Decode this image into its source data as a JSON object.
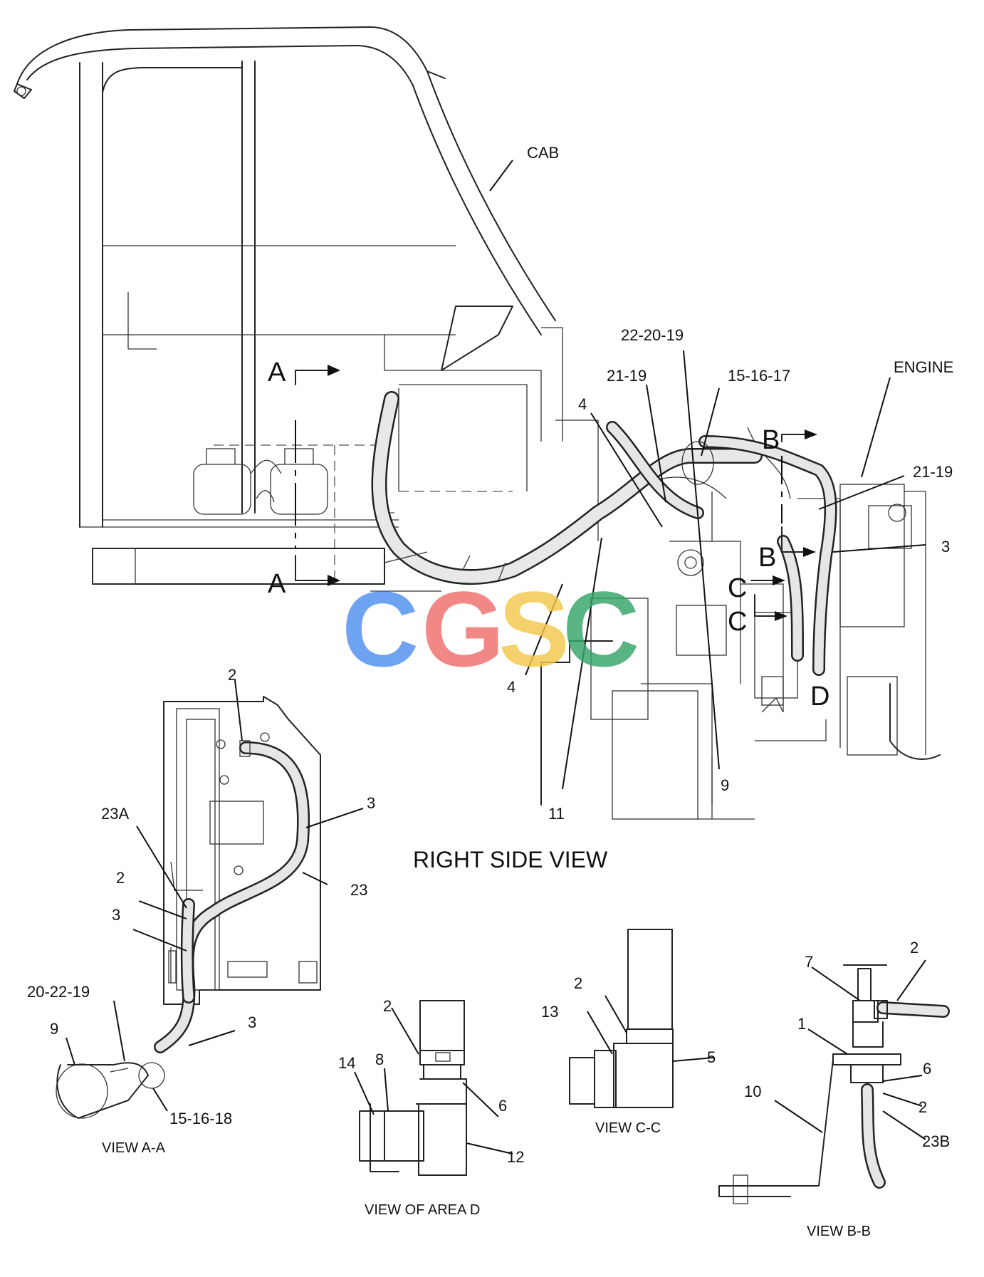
{
  "labels": {
    "cab": "CAB",
    "engine": "ENGINE",
    "l_22_20_19": "22-20-19",
    "l_21_19_top": "21-19",
    "l_15_16_17": "15-16-17",
    "l_21_19_right": "21-19",
    "l_3_right": "3",
    "l_4_upper": "4",
    "l_4_lower": "4",
    "l_9_main": "9",
    "l_11": "11",
    "sec_a_top": "A",
    "sec_a_bottom": "A",
    "sec_b_top": "B",
    "sec_b_bottom": "B",
    "sec_c_top": "C",
    "sec_c_bottom": "C",
    "area_d": "D",
    "va_2_top": "2",
    "va_3_right": "3",
    "va_23a": "23A",
    "va_2_left": "2",
    "va_23": "23",
    "va_3_left": "3",
    "va_20_22_19": "20-22-19",
    "va_3_bottom": "3",
    "va_9": "9",
    "va_15_16_18": "15-16-18",
    "vd_2": "2",
    "vd_14": "14",
    "vd_8": "8",
    "vd_6": "6",
    "vd_12": "12",
    "vc_2": "2",
    "vc_13": "13",
    "vc_5": "5",
    "vb_7": "7",
    "vb_2_top": "2",
    "vb_1": "1",
    "vb_6": "6",
    "vb_10": "10",
    "vb_2_mid": "2",
    "vb_23b": "23B"
  },
  "titles": {
    "right_side_view": "RIGHT SIDE VIEW",
    "view_a_a": "VIEW A-A",
    "view_area_d": "VIEW OF AREA D",
    "view_c_c": "VIEW C-C",
    "view_b_b": "VIEW B-B"
  },
  "watermark": {
    "letters": [
      "C",
      "G",
      "S",
      "C"
    ],
    "colors": [
      "#4f8ff0",
      "#ef6f6c",
      "#f2c84a",
      "#35a469"
    ]
  }
}
